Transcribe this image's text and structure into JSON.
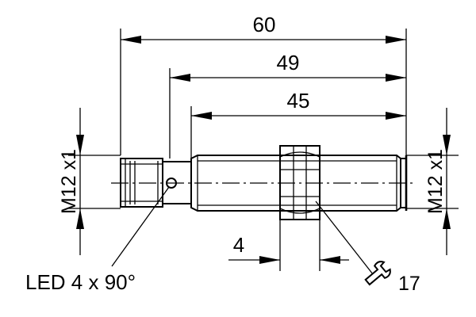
{
  "drawing": {
    "dimensions": {
      "overall_length": "60",
      "thread_to_led": "49",
      "thread_length": "45",
      "nut_thickness": "4",
      "thread_left": "M12 x1",
      "thread_right": "M12 x1"
    },
    "callouts": {
      "led": "LED 4 x 90°",
      "wrench_size": "17"
    },
    "icons": {
      "wrench": "wrench-icon"
    }
  }
}
